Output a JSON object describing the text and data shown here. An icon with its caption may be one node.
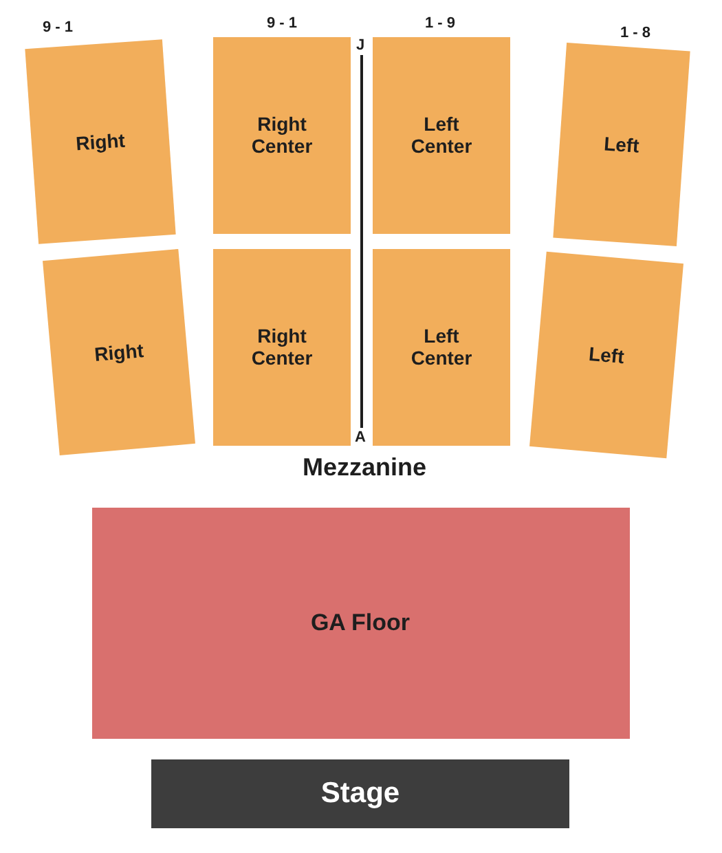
{
  "diagram": {
    "nodes": [
      {
        "text": [
          "Right"
        ]
      },
      {
        "text": [
          "Right Center"
        ]
      },
      {
        "text": [
          "Left Center"
        ]
      },
      {
        "text": [
          "Left"
        ]
      },
      {
        "text": [
          "Right"
        ]
      },
      {
        "text": [
          "Right Center"
        ]
      },
      {
        "text": [
          "Left Center"
        ]
      },
      {
        "text": [
          "Left"
        ]
      },
      {
        "text": [
          "GA Floor"
        ]
      },
      {
        "text": [
          "Stage"
        ]
      }
    ],
    "edges": [],
    "labels": [
      "9 - 1",
      "9 - 1",
      "J",
      "1 - 9",
      "1 - 8",
      "A",
      "Mezzanine"
    ]
  }
}
